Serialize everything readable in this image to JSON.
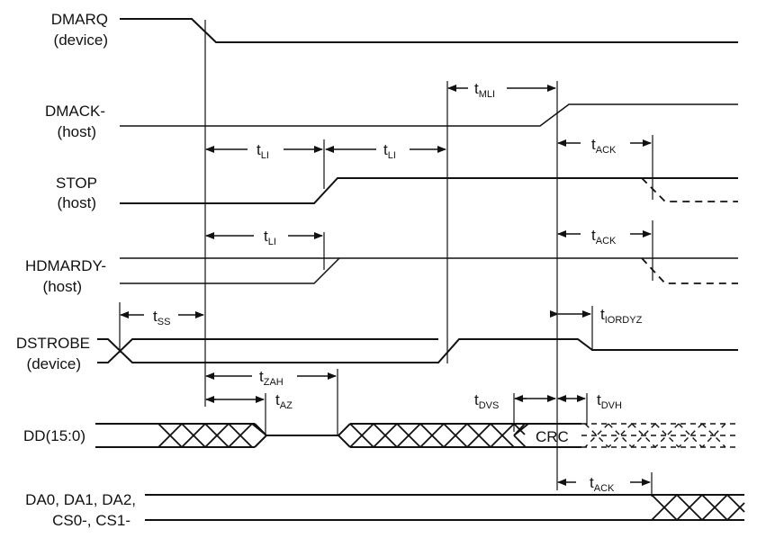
{
  "diagram": {
    "type": "timing-diagram",
    "signals": [
      {
        "id": "dmarq",
        "name": "DMARQ",
        "source": "(device)"
      },
      {
        "id": "dmack",
        "name": "DMACK-",
        "source": "(host)"
      },
      {
        "id": "stop",
        "name": "STOP",
        "source": "(host)"
      },
      {
        "id": "hdmardy",
        "name": "HDMARDY-",
        "source": "(host)"
      },
      {
        "id": "dstrobe",
        "name": "DSTROBE",
        "source": "(device)"
      },
      {
        "id": "dd",
        "name": "DD(15:0)",
        "source": ""
      },
      {
        "id": "da",
        "name": "DA0, DA1, DA2,",
        "source": "CS0-, CS1-"
      }
    ],
    "timings": [
      {
        "id": "t_mli",
        "base": "t",
        "sub": "MLI"
      },
      {
        "id": "t_li_stop_1",
        "base": "t",
        "sub": "LI"
      },
      {
        "id": "t_li_stop_2",
        "base": "t",
        "sub": "LI"
      },
      {
        "id": "t_ack_stop",
        "base": "t",
        "sub": "ACK"
      },
      {
        "id": "t_li_hdmardy",
        "base": "t",
        "sub": "LI"
      },
      {
        "id": "t_ack_hdmardy",
        "base": "t",
        "sub": "ACK"
      },
      {
        "id": "t_ss",
        "base": "t",
        "sub": "SS"
      },
      {
        "id": "t_iordyz",
        "base": "t",
        "sub": "IORDYZ"
      },
      {
        "id": "t_zah",
        "base": "t",
        "sub": "ZAH"
      },
      {
        "id": "t_az",
        "base": "t",
        "sub": "AZ"
      },
      {
        "id": "t_dvs",
        "base": "t",
        "sub": "DVS"
      },
      {
        "id": "t_dvh",
        "base": "t",
        "sub": "DVH"
      },
      {
        "id": "t_ack_da",
        "base": "t",
        "sub": "ACK"
      }
    ],
    "data_labels": {
      "crc": "CRC"
    },
    "colors": {
      "line": "#111111",
      "background": "#ffffff"
    }
  }
}
